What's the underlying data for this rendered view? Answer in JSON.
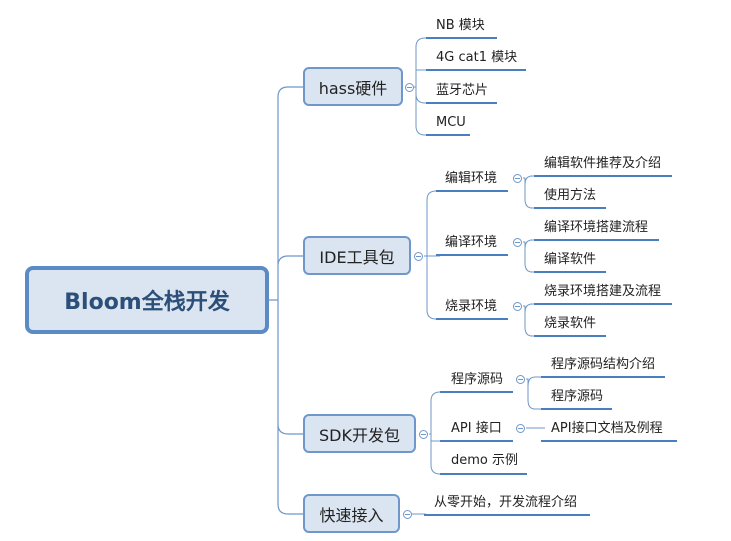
{
  "root": {
    "label": "Bloom全栈开发"
  },
  "branches": [
    {
      "label": "hass硬件",
      "children": [
        {
          "label": "NB 模块"
        },
        {
          "label": "4G cat1 模块"
        },
        {
          "label": "蓝牙芯片"
        },
        {
          "label": "MCU"
        }
      ]
    },
    {
      "label": "IDE工具包",
      "children": [
        {
          "label": "编辑环境",
          "children": [
            {
              "label": "编辑软件推荐及介绍"
            },
            {
              "label": "使用方法"
            }
          ]
        },
        {
          "label": "编译环境",
          "children": [
            {
              "label": "编译环境搭建流程"
            },
            {
              "label": "编译软件"
            }
          ]
        },
        {
          "label": "烧录环境",
          "children": [
            {
              "label": "烧录环境搭建及流程"
            },
            {
              "label": "烧录软件"
            }
          ]
        }
      ]
    },
    {
      "label": "SDK开发包",
      "children": [
        {
          "label": "程序源码",
          "children": [
            {
              "label": "程序源码结构介绍"
            },
            {
              "label": "程序源码"
            }
          ]
        },
        {
          "label": "API 接口",
          "children": [
            {
              "label": "API接口文档及例程"
            }
          ]
        },
        {
          "label": "demo 示例"
        }
      ]
    },
    {
      "label": "快速接入",
      "children": [
        {
          "label": "从零开始，开发流程介绍"
        }
      ]
    }
  ],
  "colors": {
    "line": "#6f97c9",
    "underline": "#4a7fbf",
    "node_fill": "#dbe5f1",
    "root_border": "#5b8bc4"
  }
}
